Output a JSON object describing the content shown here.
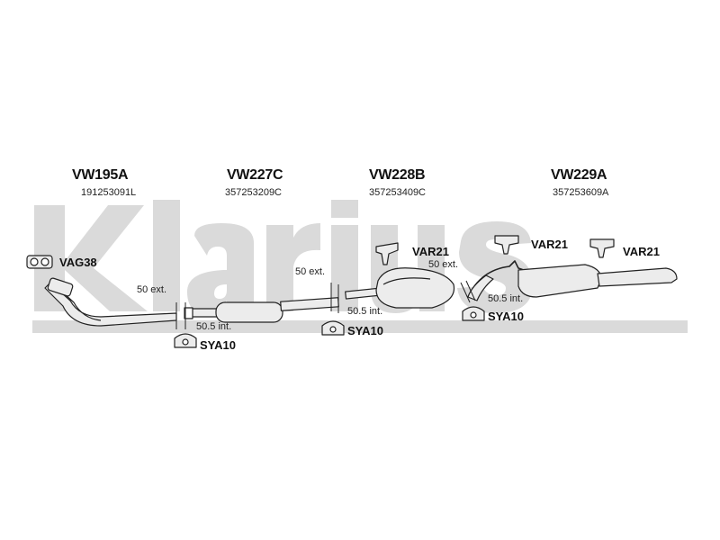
{
  "brand": {
    "watermark": "Klarius"
  },
  "sections": [
    {
      "code": "VW195A",
      "number": "191253091L"
    },
    {
      "code": "VW227C",
      "number": "357253209C"
    },
    {
      "code": "VW228B",
      "number": "357253409C"
    },
    {
      "code": "VW229A",
      "number": "357253609A"
    }
  ],
  "parts": {
    "gasket": "VAG38",
    "clamp_1": "SYA10",
    "clamp_2": "SYA10",
    "clamp_3": "SYA10",
    "hanger_1": "VAR21",
    "hanger_2": "VAR21",
    "hanger_3": "VAR21"
  },
  "dimensions": {
    "d1_ext": "50 ext.",
    "d1_int": "50.5 int.",
    "d2_ext": "50 ext.",
    "d2_int": "50.5 int.",
    "d3_ext": "50 ext.",
    "d3_int": "50.5 int."
  },
  "colors": {
    "watermark": "#d9d9d9",
    "line": "#222222",
    "pipe_fill": "#ececec"
  }
}
